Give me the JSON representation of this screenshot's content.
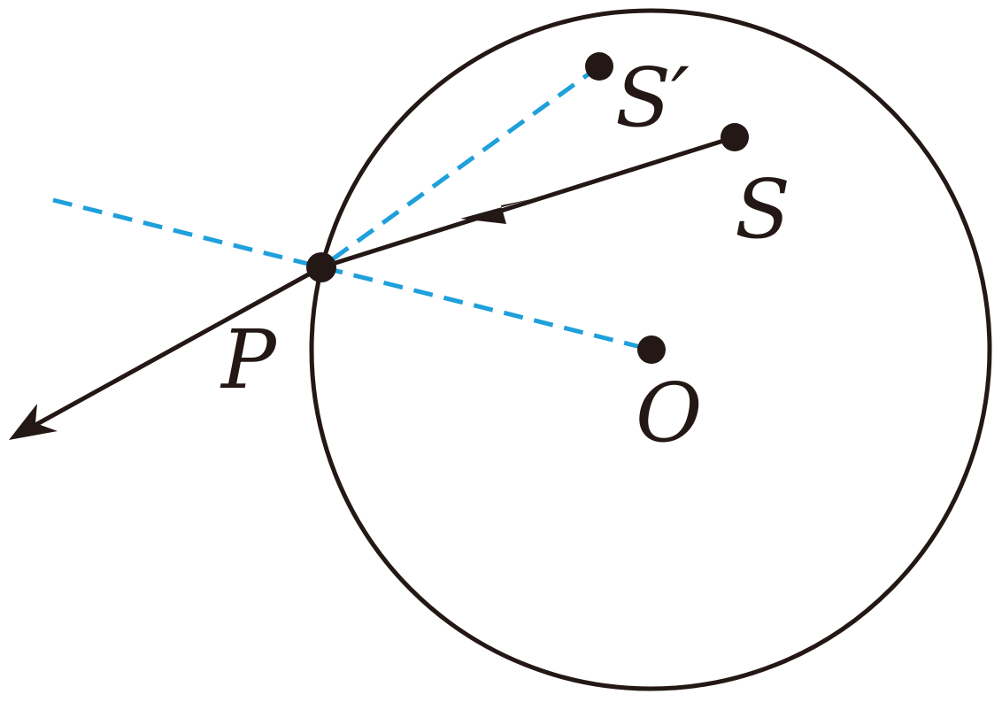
{
  "labels": {
    "s_prime": "S′",
    "s": "S",
    "p": "P",
    "o": "O"
  },
  "colors": {
    "ink": "#231815",
    "dashed": "#1fa0db"
  }
}
